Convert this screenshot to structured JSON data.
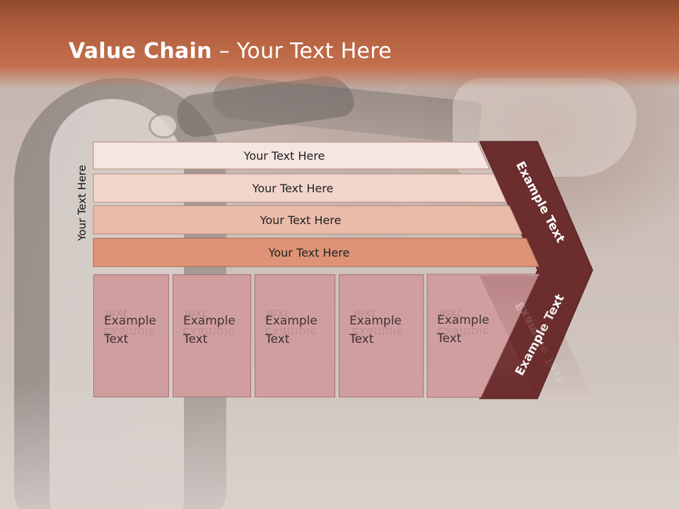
{
  "slide": {
    "title_bold": "Value Chain",
    "title_rest": " – Your Text Here",
    "vertical_label": "Your Text Here"
  },
  "bars": [
    {
      "label": "Your Text Here"
    },
    {
      "label": "Your Text Here"
    },
    {
      "label": "Your Text Here"
    },
    {
      "label": "Your Text Here"
    }
  ],
  "boxes": [
    {
      "line1": "Example",
      "line2": "Text"
    },
    {
      "line1": "Example",
      "line2": "Text"
    },
    {
      "line1": "Example",
      "line2": "Text"
    },
    {
      "line1": "Example",
      "line2": "Text"
    },
    {
      "line1": "Example",
      "line2": "Text"
    }
  ],
  "chevron": {
    "upper_label": "Example Text",
    "lower_label": "Example Text"
  },
  "colors": {
    "title_bar": "#b3603f",
    "bar_1": "#f6e6e2",
    "bar_2": "#f1d5cb",
    "bar_3": "#e9bba9",
    "bar_4": "#de9376",
    "box_fill": "#d19ea0",
    "chevron": "#6b2d2d"
  }
}
